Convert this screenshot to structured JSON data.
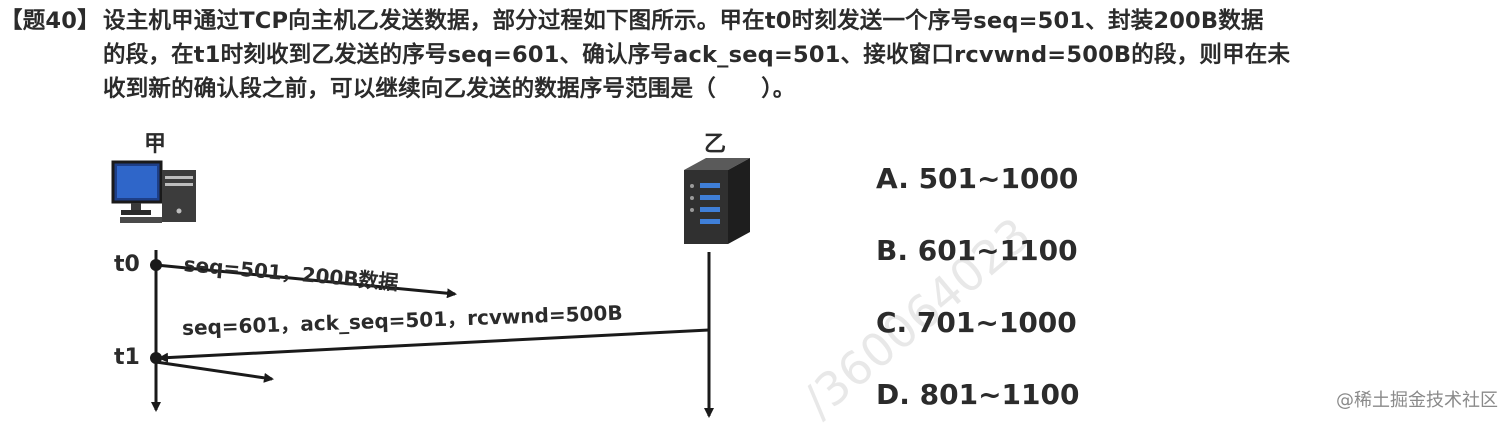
{
  "question": {
    "tag": "【题40】",
    "lines": [
      "设主机甲通过TCP向主机乙发送数据，部分过程如下图所示。甲在t0时刻发送一个序号seq=501、封装200B数据",
      "的段，在t1时刻收到乙发送的序号seq=601、确认序号ack_seq=501、接收窗口rcvwnd=500B的段，则甲在未",
      "收到新的确认段之前，可以继续向乙发送的数据序号范围是（　　）。"
    ]
  },
  "diagram": {
    "host_a": "甲",
    "host_b": "乙",
    "t0": "t0",
    "t1": "t1",
    "segment1": "seq=501，200B数据",
    "segment2": "seq=601，ack_seq=501，rcvwnd=500B",
    "icons": [
      "desktop-computer-icon",
      "server-icon"
    ]
  },
  "options": [
    "A. 501~1000",
    "B. 601~1100",
    "C. 701~1000",
    "D. 801~1100"
  ],
  "watermark": "@稀土掘金技术社区"
}
